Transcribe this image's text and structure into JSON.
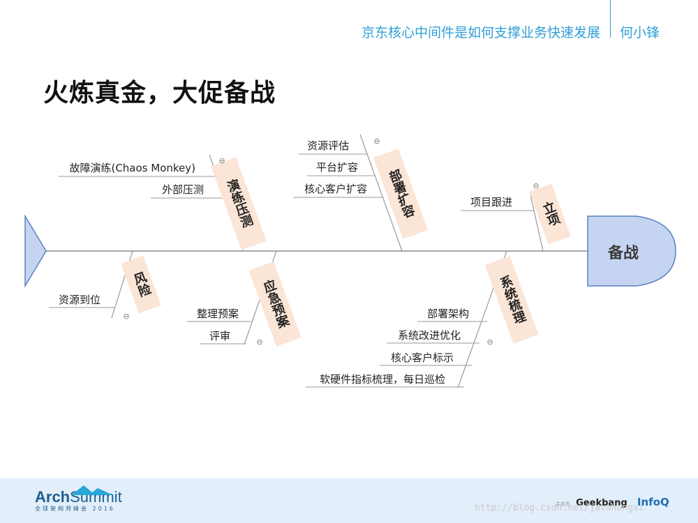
{
  "header": {
    "title": "京东核心中间件是如何支撑业务快速发展",
    "author": "何小锋"
  },
  "slide": {
    "title": "火炼真金，大促备战"
  },
  "fishbone": {
    "head_label": "备战",
    "branches": [
      {
        "label": "演练压测",
        "items": [
          "故障演练(Chaos Monkey)",
          "外部压测"
        ]
      },
      {
        "label": "部署扩容",
        "items": [
          "资源评估",
          "平台扩容",
          "核心客户扩容"
        ]
      },
      {
        "label": "立项",
        "items": [
          "项目跟进"
        ]
      },
      {
        "label": "风险",
        "items": [
          "资源到位"
        ]
      },
      {
        "label": "应急预案",
        "items": [
          "整理预案",
          "评审"
        ]
      },
      {
        "label": "系统梳理",
        "items": [
          "部署架构",
          "系统改进优化",
          "核心客户标示",
          "软硬件指标梳理，每日巡检"
        ]
      }
    ],
    "collapse_glyph": "⊖",
    "colors": {
      "spine": "#8a8a8a",
      "head_fill": "#c5d5f1",
      "head_stroke": "#5b7fc4",
      "tag_fill": "#fbe5d6"
    }
  },
  "footer": {
    "brand_a": "Arch",
    "brand_b": "Summit",
    "brand_sub": "全球架构师峰会 2016",
    "sponsor_label": "主办方",
    "geekbang": "Geekbang",
    "infoq": "InfoQ",
    "watermark": "http://blog.csdn.net/javahongxi"
  }
}
